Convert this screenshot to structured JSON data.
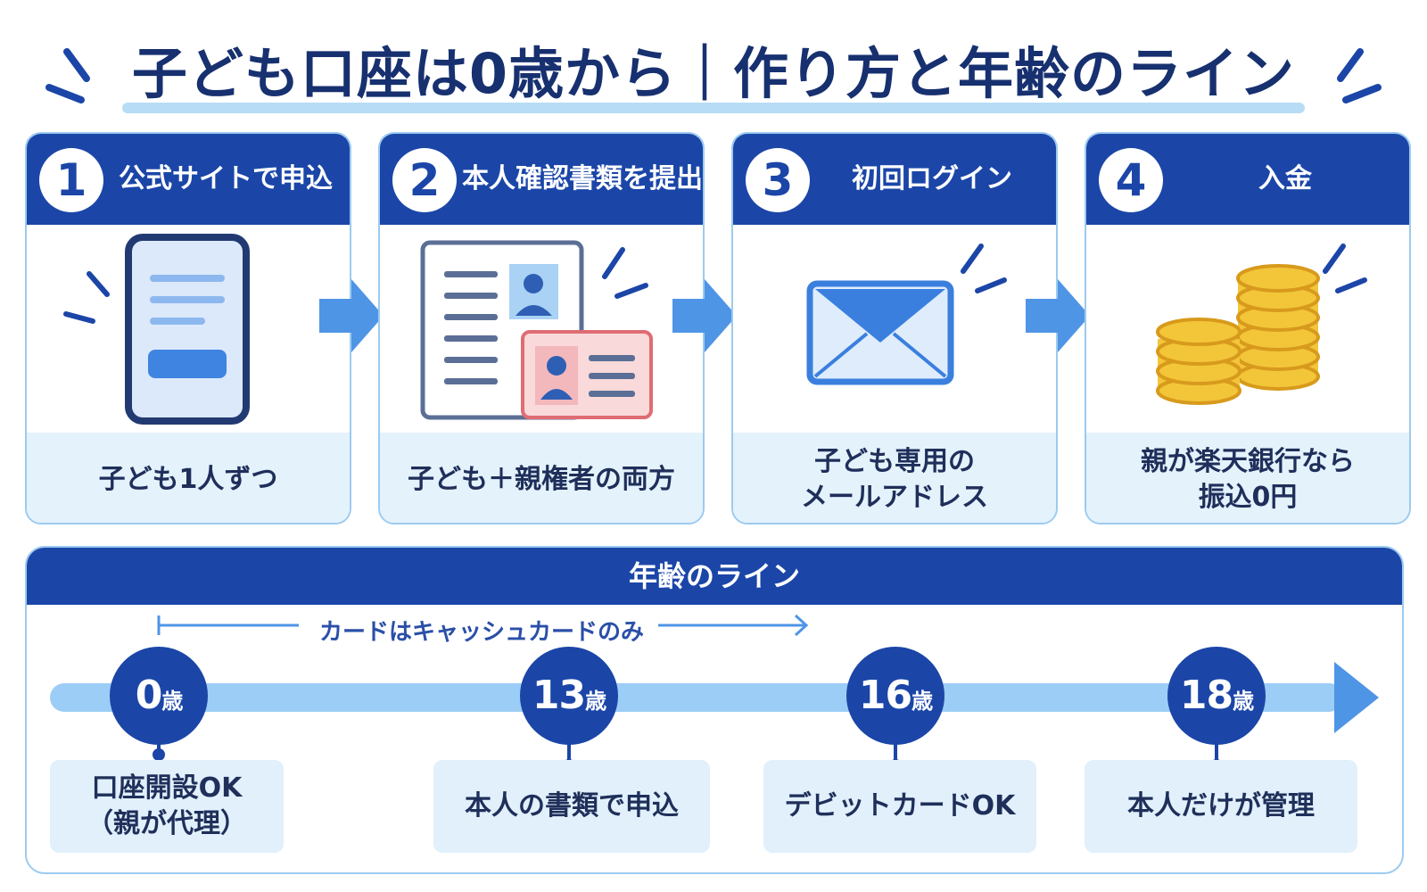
{
  "title": "子ども口座は0歳から｜作り方と年齢のライン",
  "steps": [
    {
      "number": "1",
      "title": "公式サイトで申込",
      "note": "子ども1人ずつ",
      "icon": "smartphone-icon"
    },
    {
      "number": "2",
      "title": "本人確認書類を提出",
      "note": "子ども＋親権者の両方",
      "icon": "id-documents-icon"
    },
    {
      "number": "3",
      "title": "初回ログイン",
      "note_line1": "子ども専用の",
      "note_line2": "メールアドレス",
      "icon": "email-envelope-icon"
    },
    {
      "number": "4",
      "title": "入金",
      "note_line1": "親が楽天銀行なら",
      "note_line2": "振込0円",
      "icon": "coins-icon"
    }
  ],
  "age_line": {
    "heading": "年齢のライン",
    "card_note": "カードはキャッシュカードのみ",
    "milestones": [
      {
        "age": "0",
        "unit": "歳",
        "line1": "口座開設OK",
        "line2": "（親が代理）"
      },
      {
        "age": "13",
        "unit": "歳",
        "line1": "本人の書類で申込"
      },
      {
        "age": "16",
        "unit": "歳",
        "line1": "デビットカードOK"
      },
      {
        "age": "18",
        "unit": "歳",
        "line1": "本人だけが管理"
      }
    ]
  },
  "colors": {
    "primary": "#1b46a8",
    "light_blue": "#e4f2fc",
    "border": "#9ccbf0",
    "arrow": "#4f95e6",
    "gold": "#f3c63a"
  }
}
